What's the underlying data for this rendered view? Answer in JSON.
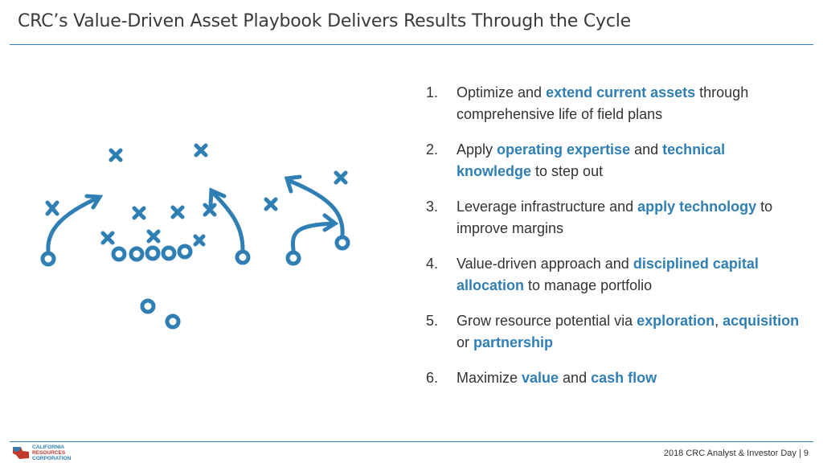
{
  "header": {
    "title": "CRC’s Value-Driven Asset Playbook Delivers Results Through the Cycle"
  },
  "playbook_list": [
    {
      "num": "1.",
      "segments": [
        {
          "text": "Optimize and ",
          "hl": false
        },
        {
          "text": "extend current assets",
          "hl": true
        },
        {
          "text": " through comprehensive life of field plans",
          "hl": false
        }
      ]
    },
    {
      "num": "2.",
      "segments": [
        {
          "text": "Apply ",
          "hl": false
        },
        {
          "text": "operating expertise",
          "hl": true
        },
        {
          "text": " and ",
          "hl": false
        },
        {
          "text": "technical knowledge",
          "hl": true
        },
        {
          "text": " to step out",
          "hl": false
        }
      ]
    },
    {
      "num": "3.",
      "segments": [
        {
          "text": "Leverage infrastructure and ",
          "hl": false
        },
        {
          "text": "apply technology",
          "hl": true
        },
        {
          "text": " to improve margins",
          "hl": false
        }
      ]
    },
    {
      "num": "4.",
      "segments": [
        {
          "text": "Value-driven approach and ",
          "hl": false
        },
        {
          "text": "disciplined capital allocation",
          "hl": true
        },
        {
          "text": " to manage portfolio",
          "hl": false
        }
      ]
    },
    {
      "num": "5.",
      "segments": [
        {
          "text": "Grow resource potential via ",
          "hl": false
        },
        {
          "text": "exploration",
          "hl": true
        },
        {
          "text": ", ",
          "hl": false
        },
        {
          "text": "acquisition",
          "hl": true
        },
        {
          "text": " or ",
          "hl": false
        },
        {
          "text": "partnership",
          "hl": true
        }
      ]
    },
    {
      "num": "6.",
      "segments": [
        {
          "text": "Maximize ",
          "hl": false
        },
        {
          "text": "value",
          "hl": true
        },
        {
          "text": " and ",
          "hl": false
        },
        {
          "text": "cash flow",
          "hl": true
        }
      ]
    }
  ],
  "logo": {
    "line1": "CALIFORNIA",
    "line2": "RESOURCES",
    "line3": "CORPORATION"
  },
  "footer": {
    "text": "2018 CRC Analyst & Investor Day  | 9"
  },
  "colors": {
    "accent": "#2f7fb5",
    "text": "#333333",
    "logo_red": "#c0392b"
  }
}
